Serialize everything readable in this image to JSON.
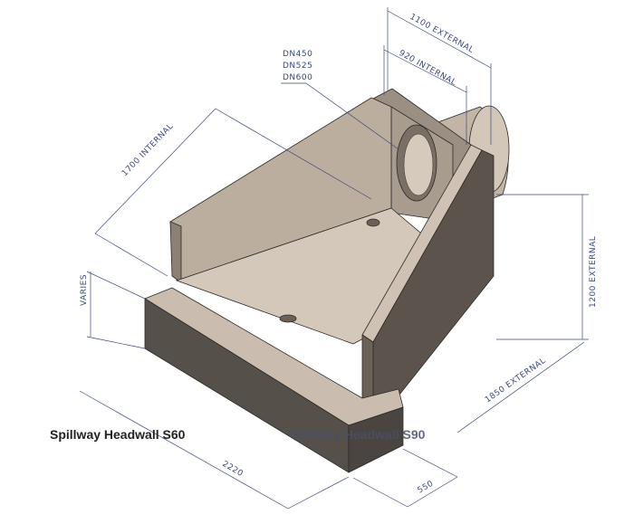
{
  "title_left": "Spillway Headwall S60",
  "title_right": "Spillway Headwall S90",
  "pipe_sizes": [
    "DN450",
    "DN525",
    "DN600"
  ],
  "dimensions": {
    "width_external": {
      "value": "1100",
      "label": "EXTERNAL"
    },
    "width_internal": {
      "value": "920",
      "label": "INTERNAL"
    },
    "length_internal": {
      "value": "1700",
      "label": "INTERNAL"
    },
    "height_external": {
      "value": "1200",
      "label": "EXTERNAL"
    },
    "length_external": {
      "value": "1850",
      "label": "EXTERNAL"
    },
    "apron_width": {
      "value": "2220"
    },
    "apron_depth": {
      "value": "550"
    },
    "apron_height": {
      "label": "VARIES"
    }
  },
  "colors": {
    "concrete_light": "#c9bcae",
    "concrete_dark": "#5a524b",
    "dimension_line": "#3a4a78"
  }
}
